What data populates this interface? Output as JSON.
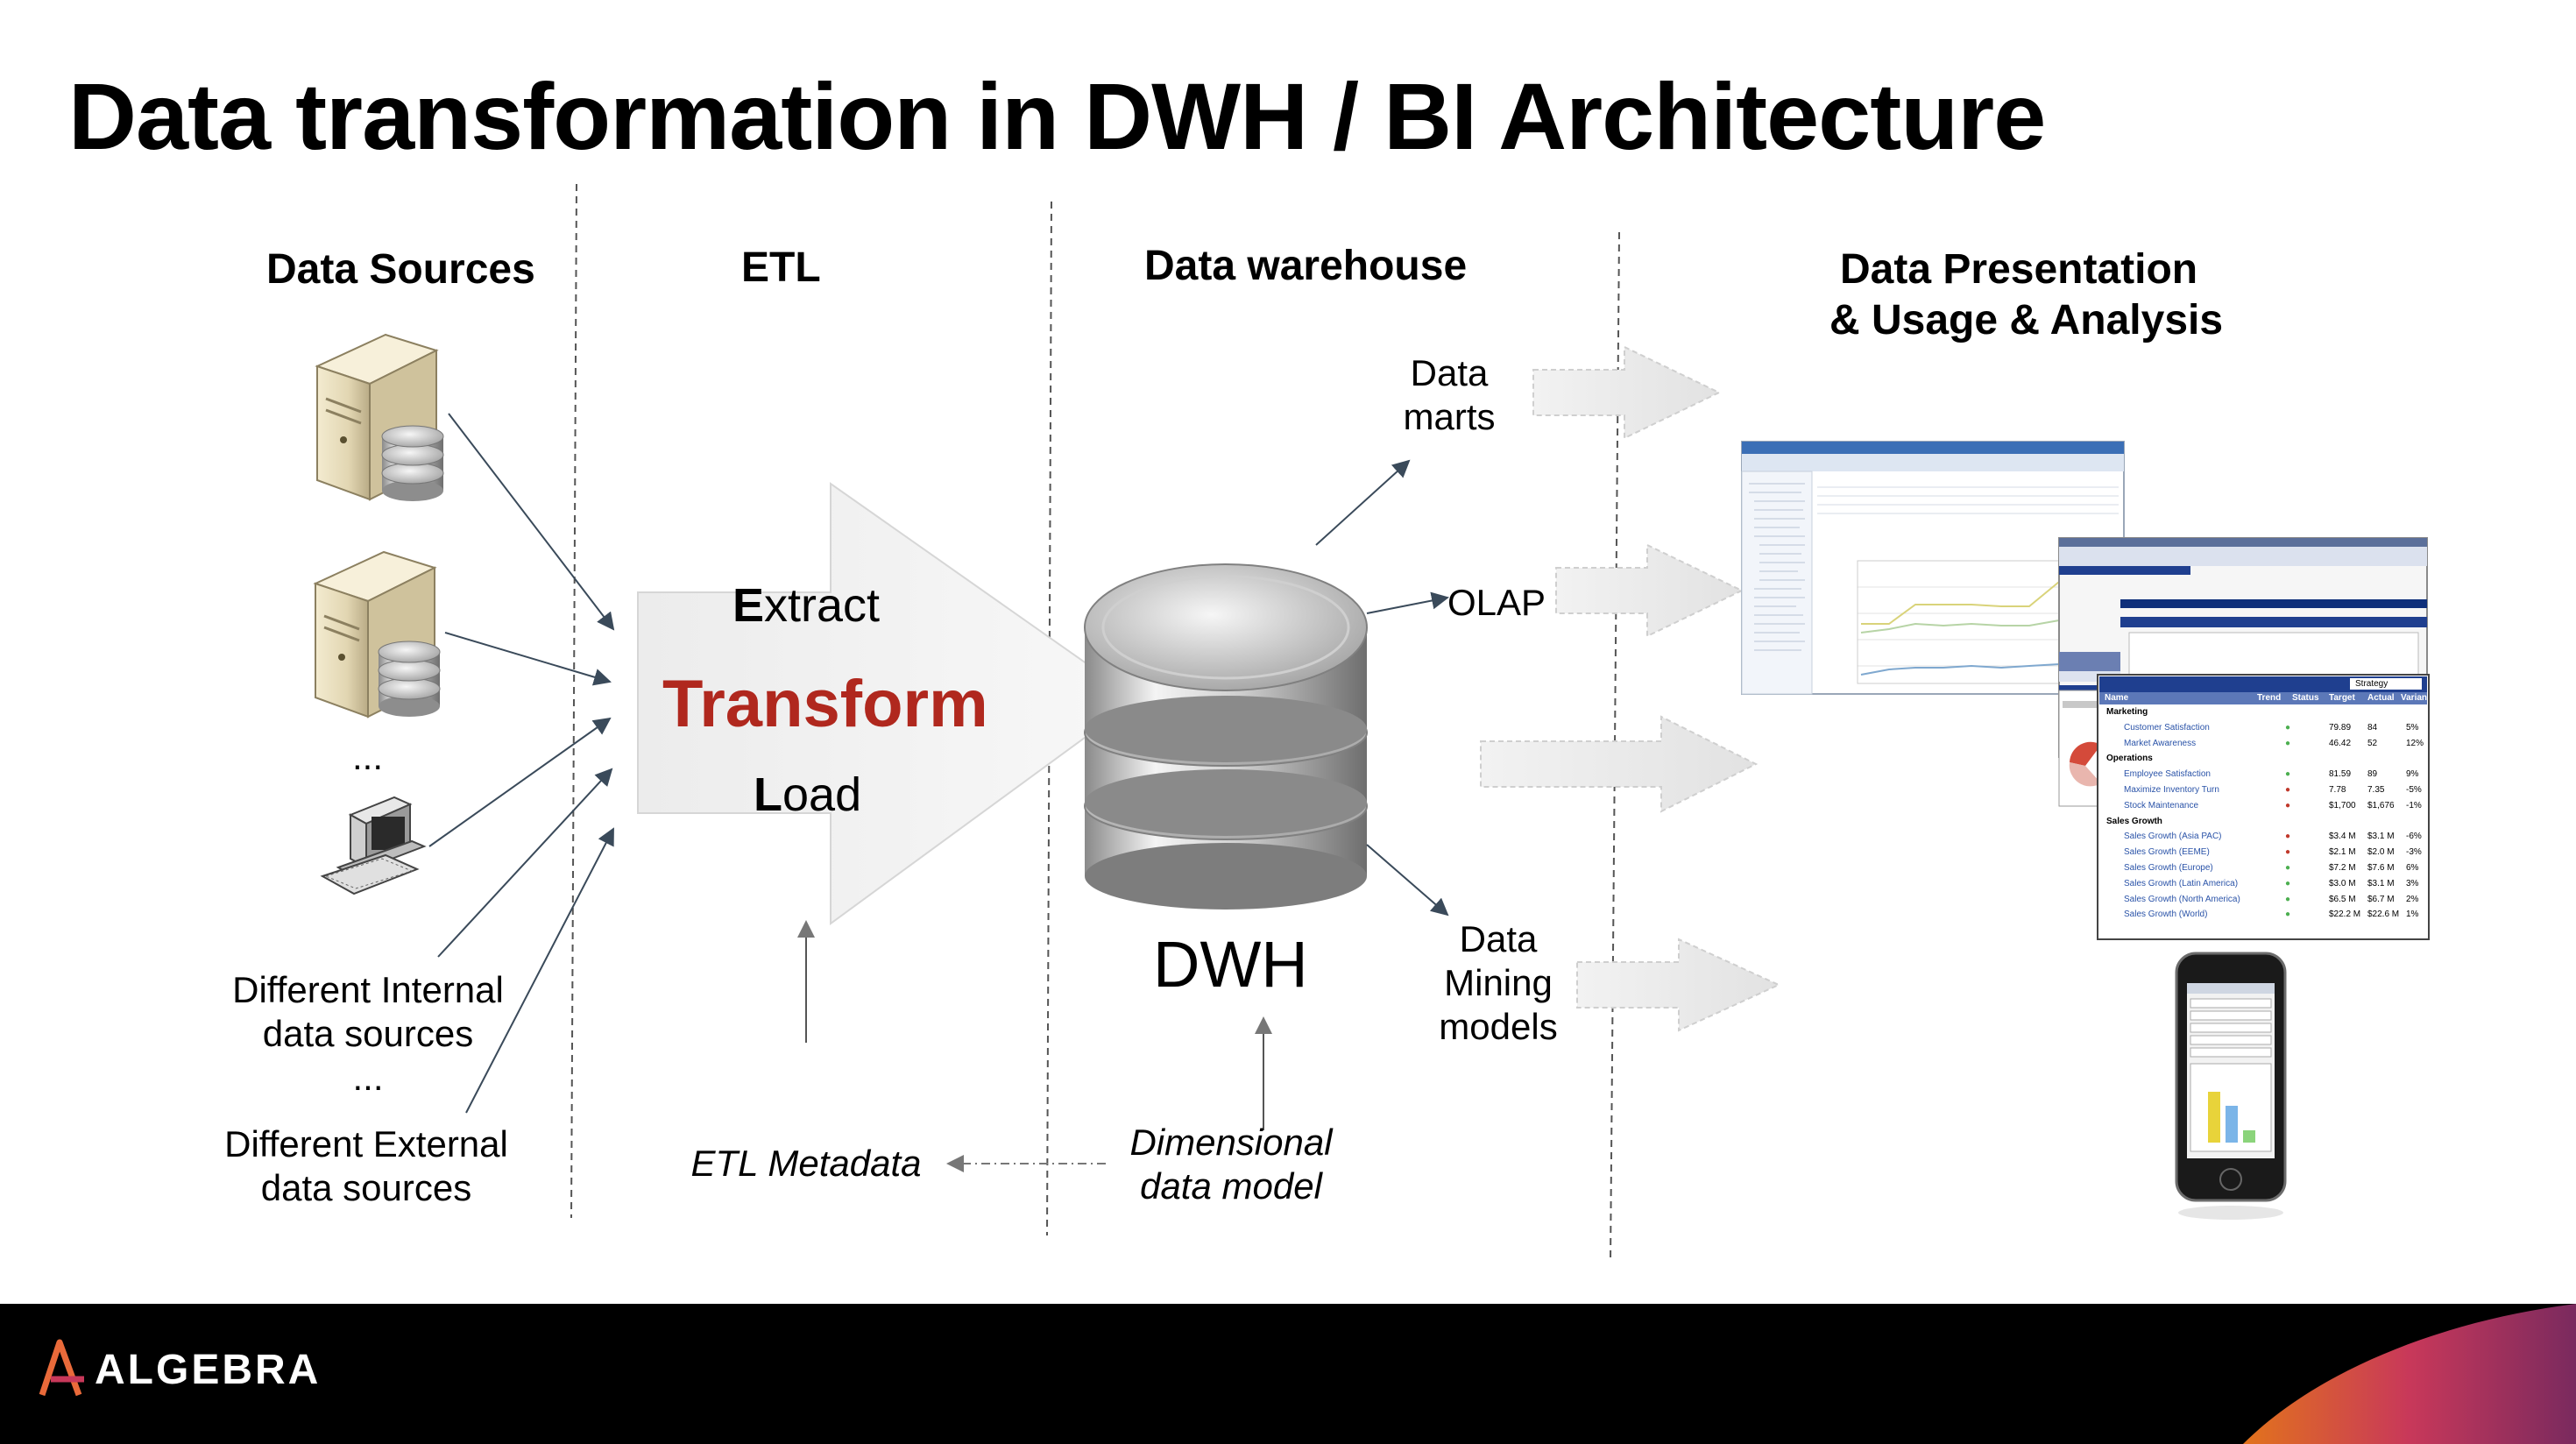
{
  "title": "Data transformation in DWH / BI Architecture",
  "headers": {
    "sources": "Data Sources",
    "etl": "ETL",
    "dwh": "Data warehouse",
    "presentation_line1": "Data Presentation",
    "presentation_line2": "& Usage & Analysis"
  },
  "sources": {
    "ellipsis": "...",
    "internal_line1": "Different Internal",
    "internal_line2": "data sources",
    "internal_ellipsis": "...",
    "external_line1": "Different External",
    "external_line2": "data sources"
  },
  "etl": {
    "extract_initial": "E",
    "extract_rest": "xtract",
    "transform": "Transform",
    "load_initial": "L",
    "load_rest": "oad",
    "metadata": "ETL Metadata"
  },
  "dwh": {
    "label": "DWH",
    "model_line1": "Dimensional",
    "model_line2": "data model"
  },
  "outputs": {
    "marts_line1": "Data",
    "marts_line2": "marts",
    "olap": "OLAP",
    "mining_line1": "Data",
    "mining_line2": "Mining",
    "mining_line3": "models"
  },
  "scorecard": {
    "header": [
      "Name",
      "Trend",
      "Status",
      "Target",
      "Actual",
      "Variance"
    ],
    "rows": [
      {
        "name": "Marketing",
        "group": true
      },
      {
        "name": "Customer Satisfaction",
        "target": "79.89",
        "actual": "84",
        "variance": "5%"
      },
      {
        "name": "Market Awareness",
        "target": "46.42",
        "actual": "52",
        "variance": "12%"
      },
      {
        "name": "Operations",
        "group": true
      },
      {
        "name": "Employee Satisfaction",
        "target": "81.59",
        "actual": "89",
        "variance": "9%"
      },
      {
        "name": "Maximize Inventory Turn",
        "target": "7.78",
        "actual": "7.35",
        "variance": "-5%"
      },
      {
        "name": "Stock Maintenance",
        "target": "$1,700",
        "actual": "$1,676",
        "variance": "-1%"
      },
      {
        "name": "Sales Growth",
        "group": true
      },
      {
        "name": "Sales Growth (Asia PAC)",
        "target": "$3.4 M",
        "actual": "$3.1 M",
        "variance": "-6%"
      },
      {
        "name": "Sales Growth (EEME)",
        "target": "$2.1 M",
        "actual": "$2.0 M",
        "variance": "-3%"
      },
      {
        "name": "Sales Growth (Europe)",
        "target": "$7.2 M",
        "actual": "$7.6 M",
        "variance": "6%"
      },
      {
        "name": "Sales Growth (Latin America)",
        "target": "$3.0 M",
        "actual": "$3.1 M",
        "variance": "3%"
      },
      {
        "name": "Sales Growth (North America)",
        "target": "$6.5 M",
        "actual": "$6.7 M",
        "variance": "2%"
      },
      {
        "name": "Sales Growth (World)",
        "target": "$22.2 M",
        "actual": "$22.6 M",
        "variance": "1%"
      }
    ],
    "filter": "Strategy"
  },
  "footer": {
    "brand": "ALGEBRA"
  },
  "colors": {
    "transform": "#b0281e",
    "footer_bg": "#000000",
    "arrow": "#3a4a5a",
    "scorecard_header": "#1f3f8f"
  }
}
